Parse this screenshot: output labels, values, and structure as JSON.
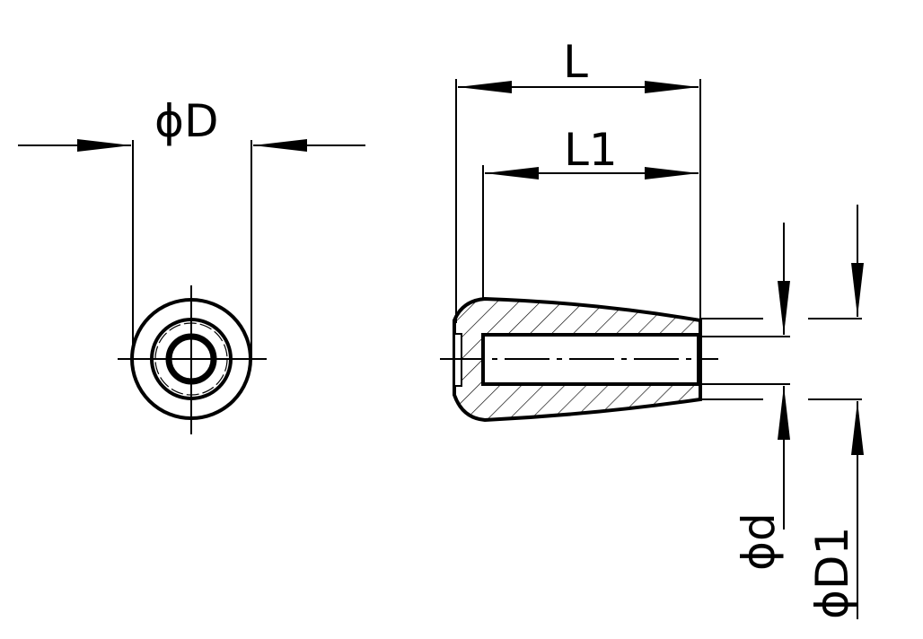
{
  "labels": {
    "D": "ϕD",
    "L": "L",
    "L1": "L1",
    "d": "ϕd",
    "D1": "ϕD1"
  },
  "colors": {
    "ink": "#000000",
    "background": "#ffffff"
  }
}
